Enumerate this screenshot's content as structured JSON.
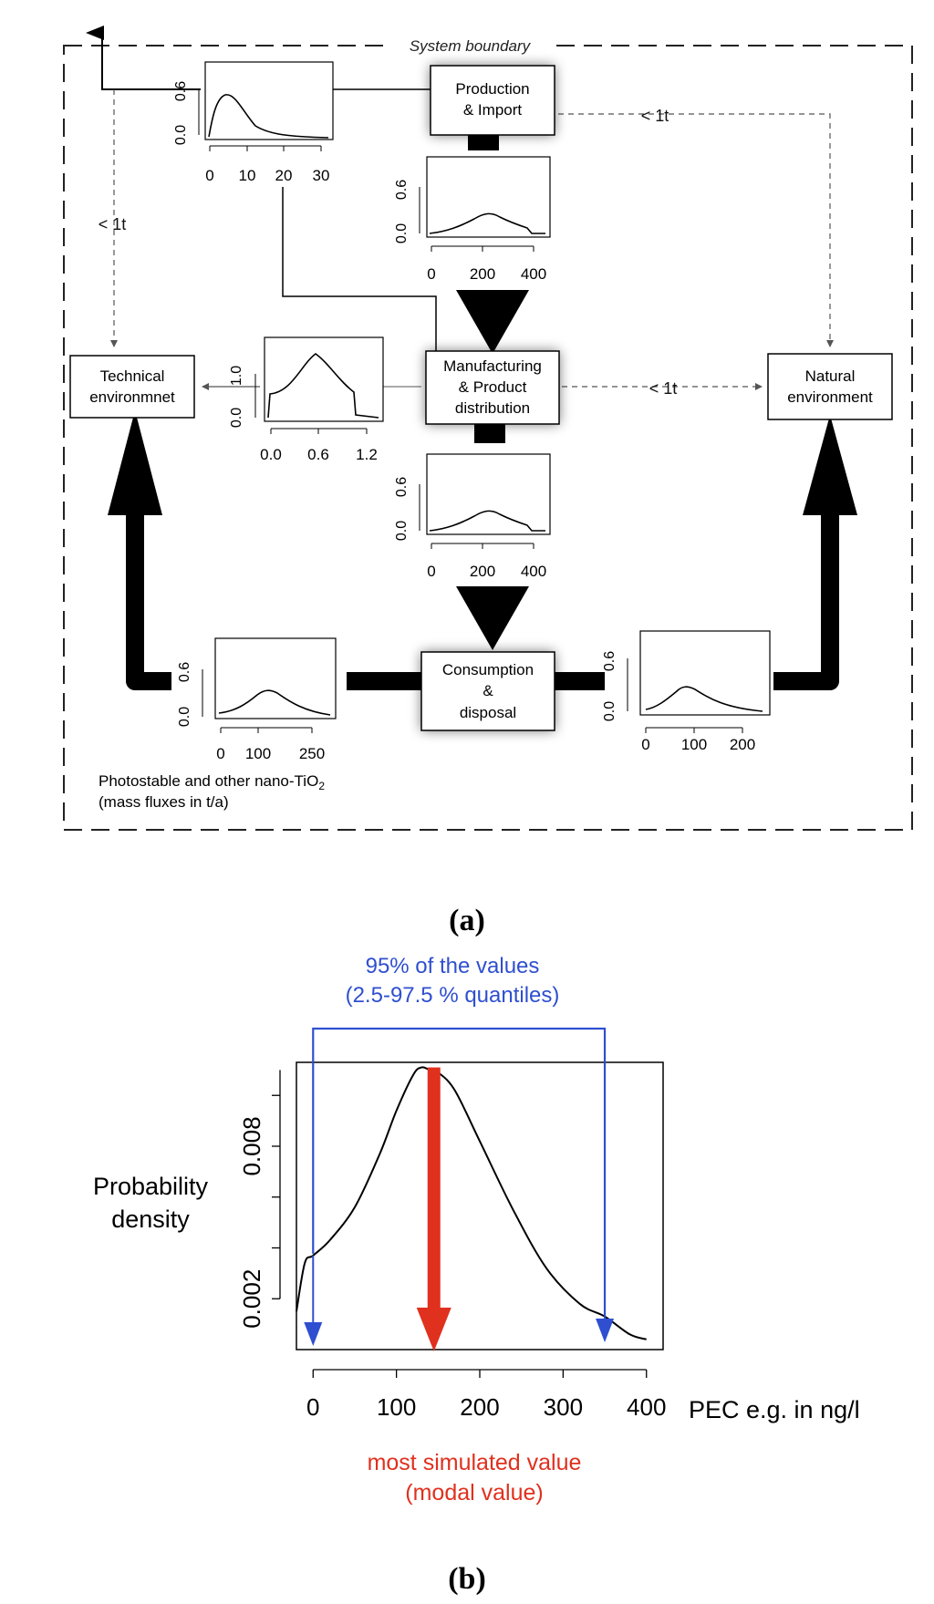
{
  "panel_a": {
    "label": "a",
    "system_boundary": "System boundary",
    "caption_line1": "Photostable and other nano-TiO",
    "caption_sub": "2",
    "caption_line2": "(mass fluxes in t/a)",
    "boxes": {
      "production": [
        "Production",
        "& Import"
      ],
      "manufacturing": [
        "Manufacturing",
        "& Product",
        "distribution"
      ],
      "consumption": [
        "Consumption",
        "&",
        "disposal"
      ],
      "technical": [
        "Technical",
        "environmnet"
      ],
      "natural": [
        "Natural",
        "environment"
      ]
    },
    "flow_labels": {
      "prod_to_natural": "< 1t",
      "left_to_technical": "< 1t",
      "manu_to_natural": "< 1t"
    },
    "mini_charts": [
      {
        "id": "export",
        "xticks": [
          "0",
          "10",
          "20",
          "30"
        ],
        "yticks": [
          "0.0",
          "0.6"
        ]
      },
      {
        "id": "prod_manu",
        "xticks": [
          "0",
          "200",
          "400"
        ],
        "yticks": [
          "0.0",
          "0.6"
        ]
      },
      {
        "id": "manu_tech",
        "xticks": [
          "0.0",
          "0.6",
          "1.2"
        ],
        "yticks": [
          "0.0",
          "1.0"
        ]
      },
      {
        "id": "manu_cons",
        "xticks": [
          "0",
          "200",
          "400"
        ],
        "yticks": [
          "0.0",
          "0.6"
        ]
      },
      {
        "id": "cons_tech",
        "xticks": [
          "0",
          "100",
          "250"
        ],
        "yticks": [
          "0.0",
          "0.6"
        ]
      },
      {
        "id": "cons_natural",
        "xticks": [
          "0",
          "100",
          "200"
        ],
        "yticks": [
          "0.0",
          "0.6"
        ]
      }
    ]
  },
  "panel_b": {
    "label": "b",
    "quantile_note": [
      "95% of the values",
      "(2.5-97.5 % quantiles)"
    ],
    "ylabel": [
      "Probability",
      "density"
    ],
    "xlabel": "PEC e.g. in ng/l",
    "modal_note": [
      "most simulated value",
      "(modal value)"
    ],
    "colors": {
      "blue": "#2f4fd0",
      "red": "#e0301e",
      "curve": "#000000"
    },
    "chart_data": {
      "type": "line",
      "xticks": [
        "0",
        "100",
        "200",
        "300",
        "400"
      ],
      "yticks": [
        "0.002",
        "0.008"
      ],
      "xlim": [
        -20,
        420
      ],
      "ylim": [
        0,
        0.0113
      ],
      "series": [
        {
          "x": [
            -20,
            -10,
            0,
            20,
            50,
            80,
            100,
            120,
            130,
            140,
            150,
            170,
            200,
            240,
            280,
            320,
            350,
            380,
            400
          ],
          "values": [
            0.0015,
            0.0034,
            0.0037,
            0.0043,
            0.0056,
            0.0077,
            0.0094,
            0.0108,
            0.0111,
            0.011,
            0.0109,
            0.0102,
            0.0082,
            0.0055,
            0.0032,
            0.0018,
            0.0013,
            0.0006,
            0.0004
          ]
        }
      ],
      "quantile_lower": 0,
      "quantile_upper": 350,
      "modal_value": 145
    }
  }
}
